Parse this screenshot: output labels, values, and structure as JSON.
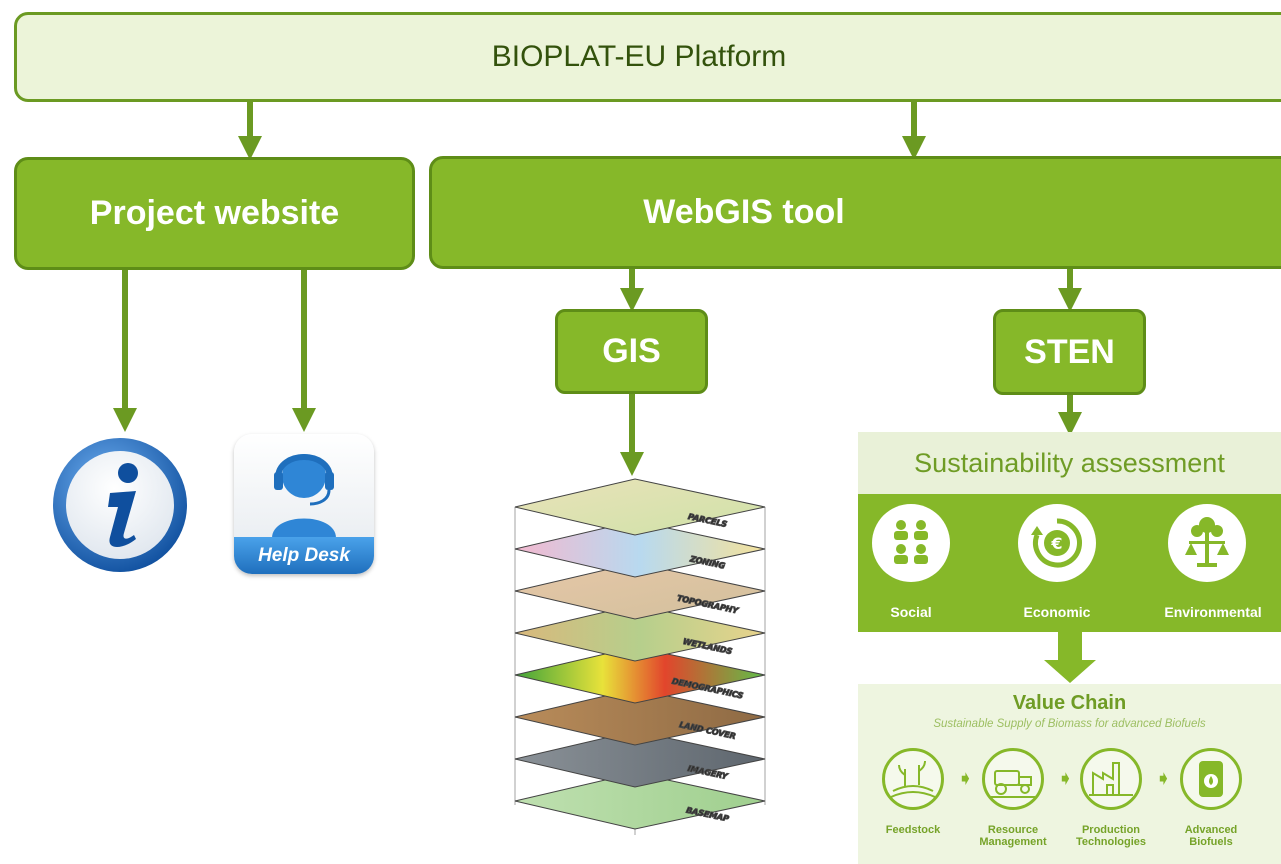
{
  "platform": {
    "title": "BIOPLAT-EU Platform"
  },
  "branches": {
    "project_website": "Project website",
    "webgis_tool": "WebGIS tool",
    "gis": "GIS",
    "sten": "STEN"
  },
  "help_desk": {
    "label": "Help Desk"
  },
  "gis_layers": [
    "PARCELS",
    "ZONING",
    "TOPOGRAPHY",
    "WETLANDS",
    "DEMOGRAPHICS",
    "LAND COVER",
    "IMAGERY",
    "BASEMAP"
  ],
  "sustainability": {
    "title": "Sustainability assessment",
    "pillars": [
      "Social",
      "Economic",
      "Environmental"
    ]
  },
  "value_chain": {
    "title": "Value Chain",
    "subtitle": "Sustainable Supply of Biomass for advanced Biofuels",
    "steps": [
      {
        "line1": "Feedstock",
        "line2": ""
      },
      {
        "line1": "Resource",
        "line2": "Management"
      },
      {
        "line1": "Production",
        "line2": "Technologies"
      },
      {
        "line1": "Advanced",
        "line2": "Biofuels"
      }
    ]
  },
  "colors": {
    "primary_green": "#86b829",
    "dark_green": "#5e8d17",
    "light_green": "#ecf4d9",
    "arrow_green": "#6b9a22"
  },
  "icons": [
    "info-icon",
    "help-desk-icon",
    "social-icon",
    "economic-icon",
    "environmental-icon",
    "feedstock-icon",
    "resource-management-icon",
    "production-technologies-icon",
    "advanced-biofuels-icon"
  ]
}
